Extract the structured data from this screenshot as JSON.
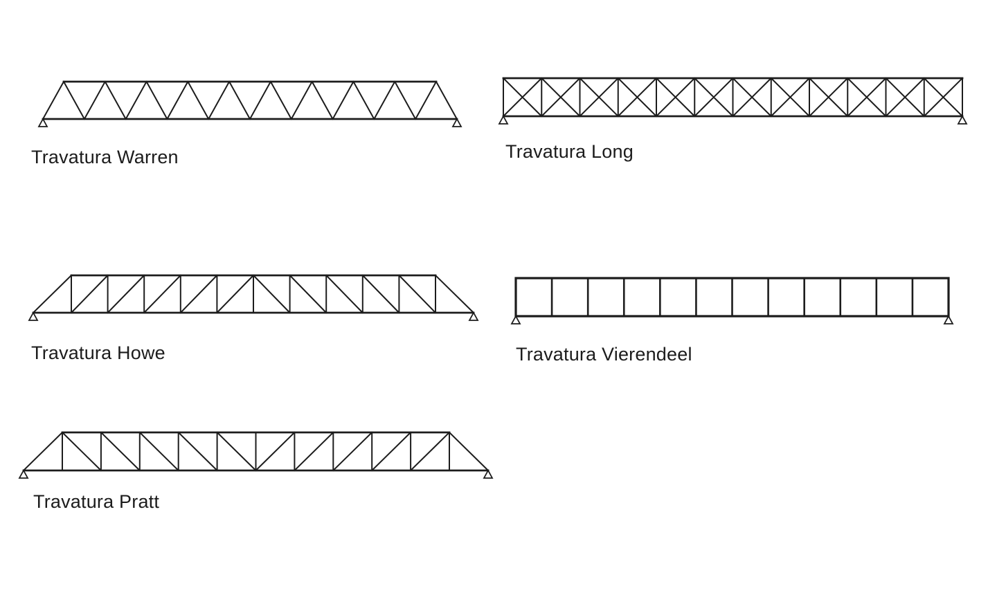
{
  "canvas": {
    "background": "#ffffff",
    "line_color": "#1c1c1c",
    "label_color": "#1c1c1c"
  },
  "trusses": [
    {
      "id": "warren",
      "type": "warren",
      "label": "Travatura Warren",
      "panels": 10,
      "span": 598,
      "height": 54,
      "inset": 30,
      "supports": [
        "pin",
        "pin"
      ]
    },
    {
      "id": "long",
      "type": "long",
      "label": "Travatura Long",
      "panels": 12,
      "span": 663,
      "height": 55,
      "inset": 0,
      "supports": [
        "pin",
        "pin"
      ]
    },
    {
      "id": "howe",
      "type": "howe",
      "label": "Travatura Howe",
      "panels": 10,
      "span": 636,
      "height": 54,
      "inset": 55,
      "supports": [
        "pin",
        "pin"
      ]
    },
    {
      "id": "vierendeel",
      "type": "vierendeel",
      "label": "Travatura Vierendeel",
      "panels": 12,
      "span": 625,
      "height": 55,
      "inset": 0,
      "supports": [
        "pin",
        "pin"
      ]
    },
    {
      "id": "pratt",
      "type": "pratt",
      "label": "Travatura Pratt",
      "panels": 10,
      "span": 671,
      "height": 55,
      "inset": 56,
      "supports": [
        "pin",
        "pin"
      ]
    }
  ]
}
